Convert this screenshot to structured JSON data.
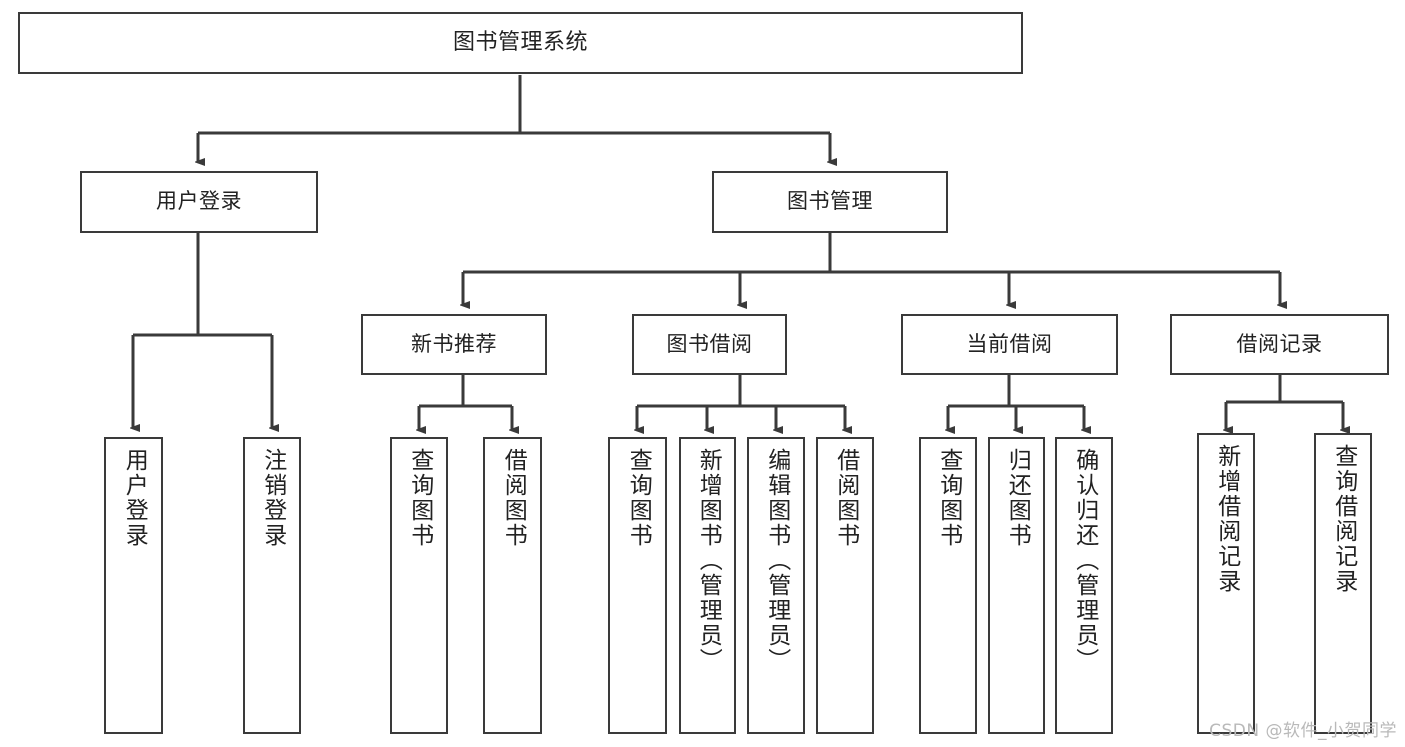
{
  "diagram": {
    "type": "tree-hierarchy-chart",
    "title": "图书管理系统",
    "edge_style": "orthogonal-arrow",
    "colors": {
      "background": "#ffffff",
      "node_fill": "#ffffff",
      "node_stroke": "#3a3a3a",
      "edge": "#3a3a3a",
      "text": "#222222",
      "watermark": "#b9b9b9"
    },
    "levels": {
      "root": {
        "label": "图书管理系统"
      },
      "level2": [
        {
          "id": "login",
          "label": "用户登录"
        },
        {
          "id": "book-manage",
          "label": "图书管理"
        }
      ],
      "level3": [
        {
          "id": "new-book",
          "label": "新书推荐"
        },
        {
          "id": "borrow",
          "label": "图书借阅"
        },
        {
          "id": "current-borrow",
          "label": "当前借阅"
        },
        {
          "id": "borrow-record",
          "label": "借阅记录"
        }
      ],
      "leaves": {
        "login": [
          {
            "id": "user-login",
            "label": "用户登录"
          },
          {
            "id": "user-logout",
            "label": "注销登录"
          }
        ],
        "new-book": [
          {
            "id": "nb-query-book",
            "label": "查询图书"
          },
          {
            "id": "nb-borrow-book",
            "label": "借阅图书"
          }
        ],
        "borrow": [
          {
            "id": "bo-query-book",
            "label": "查询图书"
          },
          {
            "id": "bo-add-book",
            "label": "新增图书（管理员）"
          },
          {
            "id": "bo-edit-book",
            "label": "编辑图书（管理员）"
          },
          {
            "id": "bo-borrow-book",
            "label": "借阅图书"
          }
        ],
        "current-borrow": [
          {
            "id": "cb-query-book",
            "label": "查询图书"
          },
          {
            "id": "cb-return-book",
            "label": "归还图书"
          },
          {
            "id": "cb-confirm-return",
            "label": "确认归还（管理员）"
          }
        ],
        "borrow-record": [
          {
            "id": "br-add-record",
            "label": "新增借阅记录"
          },
          {
            "id": "br-query-record",
            "label": "查询借阅记录"
          }
        ]
      }
    }
  },
  "watermark": {
    "text": "CSDN @软件_小贺同学"
  }
}
